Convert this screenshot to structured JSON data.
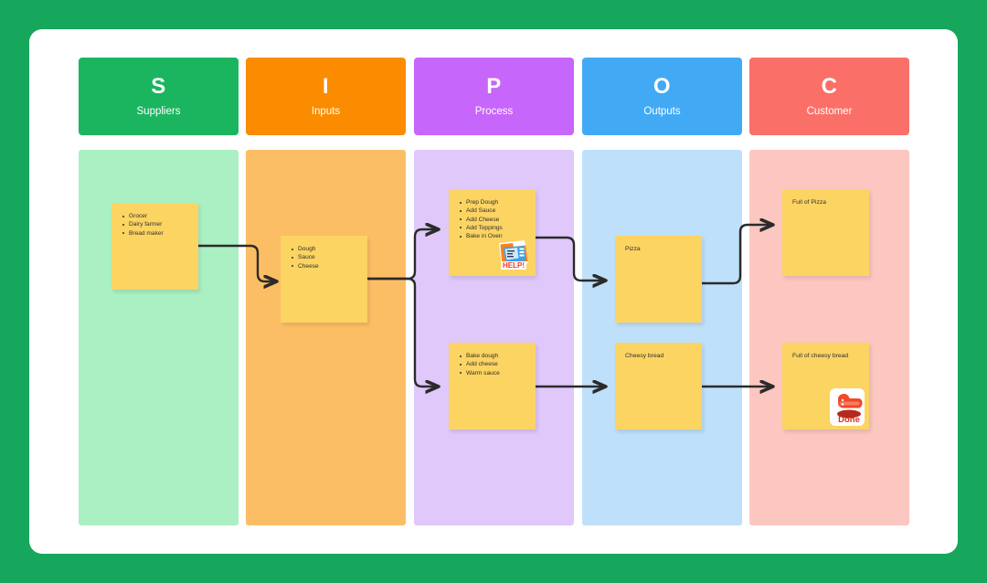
{
  "theme": {
    "page_background": "#16a75c",
    "board_background": "#ffffff",
    "note_color": "#fcd462",
    "connector_color": "#2b2b2b"
  },
  "columns": [
    {
      "key": "suppliers",
      "letter": "S",
      "label": "Suppliers",
      "header_color": "#1bb55f",
      "band_color": "#abf0c2"
    },
    {
      "key": "inputs",
      "letter": "I",
      "label": "Inputs",
      "header_color": "#fb8c00",
      "band_color": "#fcbe65"
    },
    {
      "key": "process",
      "letter": "P",
      "label": "Process",
      "header_color": "#c766fa",
      "band_color": "#e0c8fa"
    },
    {
      "key": "outputs",
      "letter": "O",
      "label": "Outputs",
      "header_color": "#42aaf5",
      "band_color": "#bfe0fa"
    },
    {
      "key": "customer",
      "letter": "C",
      "label": "Customer",
      "header_color": "#fa7068",
      "band_color": "#fcc7c0"
    }
  ],
  "notes": {
    "suppliers": {
      "items": [
        "Grocer",
        "Dairy farmer",
        "Bread maker"
      ]
    },
    "inputs": {
      "items": [
        "Dough",
        "Sauce",
        "Cheese"
      ]
    },
    "process_top": {
      "items": [
        "Prep Dough",
        "Add Sauce",
        "Add Cheese",
        "Add Toppings",
        "Bake in Oven"
      ],
      "sticker": "help-sticker",
      "sticker_label": "HELP!"
    },
    "process_bottom": {
      "items": [
        "Bake dough",
        "Add cheese",
        "Warm sauce"
      ]
    },
    "outputs_top": {
      "text": "Pizza"
    },
    "outputs_bottom": {
      "text": "Cheesy bread"
    },
    "customer_top": {
      "text": "Full of Pizza"
    },
    "customer_bottom": {
      "text": "Full of cheesy bread",
      "sticker": "done-sticker",
      "sticker_label": "Done"
    }
  }
}
